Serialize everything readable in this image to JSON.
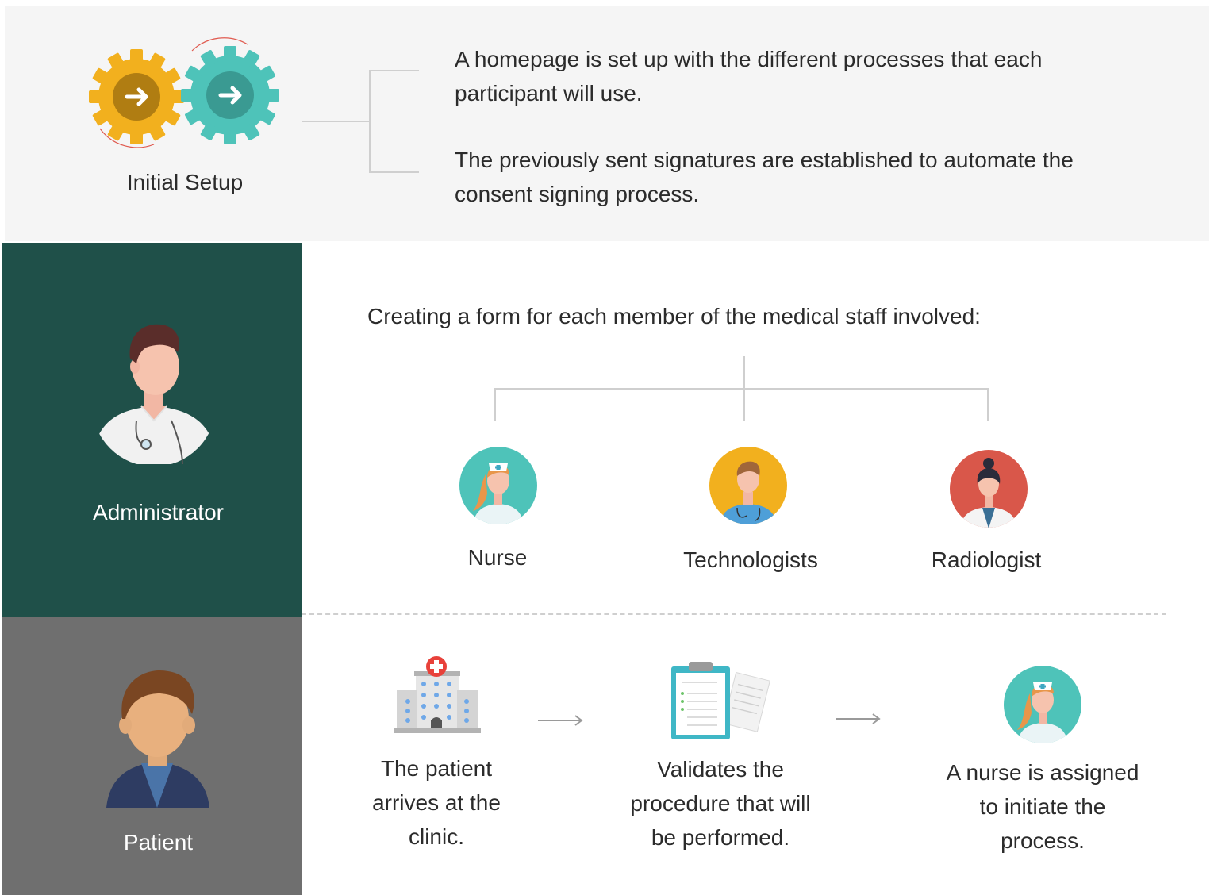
{
  "setup": {
    "label": "Initial Setup",
    "description_1": "A homepage is set up with the different processes that each participant will use.",
    "description_2": "The previously sent signatures are established to automate the consent signing process."
  },
  "administrator": {
    "label": "Administrator",
    "intro": "Creating a form for each member of the medical staff involved:",
    "staff": [
      {
        "label": "Nurse",
        "icon": "nurse-avatar-icon"
      },
      {
        "label": "Technologists",
        "icon": "technologist-avatar-icon"
      },
      {
        "label": "Radiologist",
        "icon": "radiologist-avatar-icon"
      }
    ]
  },
  "patient": {
    "label": "Patient",
    "steps": [
      {
        "line1": "The patient",
        "line2": "arrives at the",
        "line3": "clinic.",
        "icon": "hospital-icon"
      },
      {
        "line1": "Validates the",
        "line2": "procedure that will",
        "line3": "be performed.",
        "icon": "clipboard-icon"
      },
      {
        "line1": "A nurse is assigned",
        "line2": "to initiate the",
        "line3": "process.",
        "icon": "nurse-avatar-icon"
      }
    ]
  },
  "colors": {
    "setup_bg": "#f5f5f5",
    "admin_bg": "#1f5049",
    "patient_bg": "#6f6f6f",
    "gear_yellow": "#f2b01e",
    "gear_teal": "#4ec3b9",
    "connector": "#cfcfcf"
  }
}
